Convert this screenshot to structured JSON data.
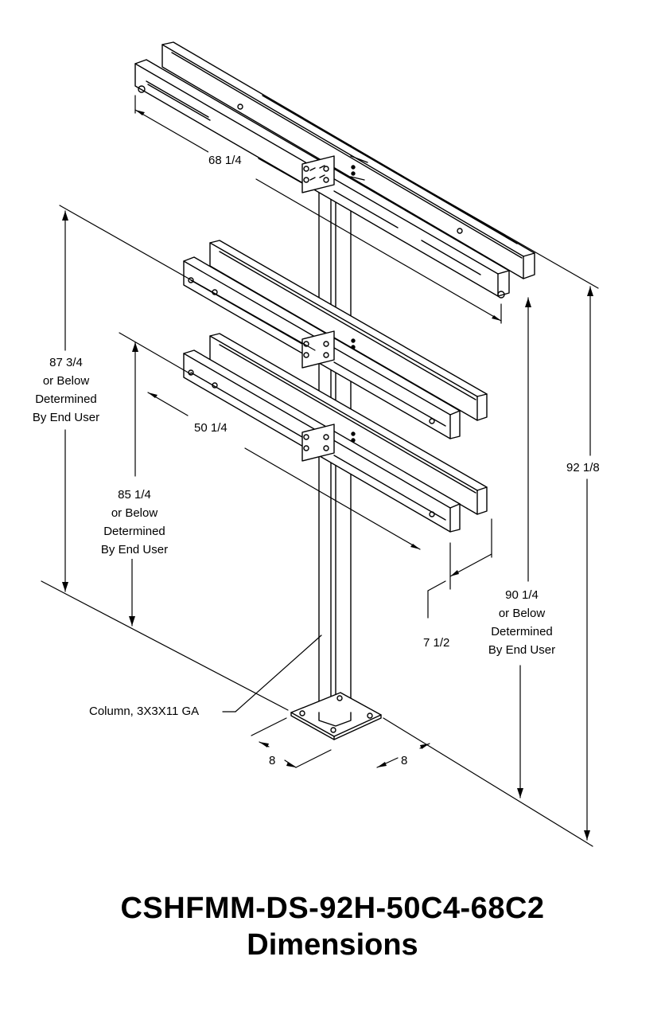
{
  "title": {
    "model": "CSHFMM-DS-92H-50C4-68C2",
    "subtitle": "Dimensions"
  },
  "dimensions": {
    "top_arm_length": "68 1/4",
    "lower_arm_length": "50 1/4",
    "arm_offset": "7 1/2",
    "overall_height": "92 1/8",
    "top_arm_height": [
      "90 1/4",
      "or Below",
      "Determined",
      "By End User"
    ],
    "middle_arm_height": [
      "87 3/4",
      "or Below",
      "Determined",
      "By End User"
    ],
    "bottom_arm_height": [
      "85 1/4",
      "or Below",
      "Determined",
      "By End User"
    ],
    "base_plate_width_left": "8",
    "base_plate_width_right": "8"
  },
  "callouts": {
    "column": "Column, 3X3X11 GA"
  },
  "colors": {
    "line": "#000000",
    "background": "#ffffff"
  }
}
